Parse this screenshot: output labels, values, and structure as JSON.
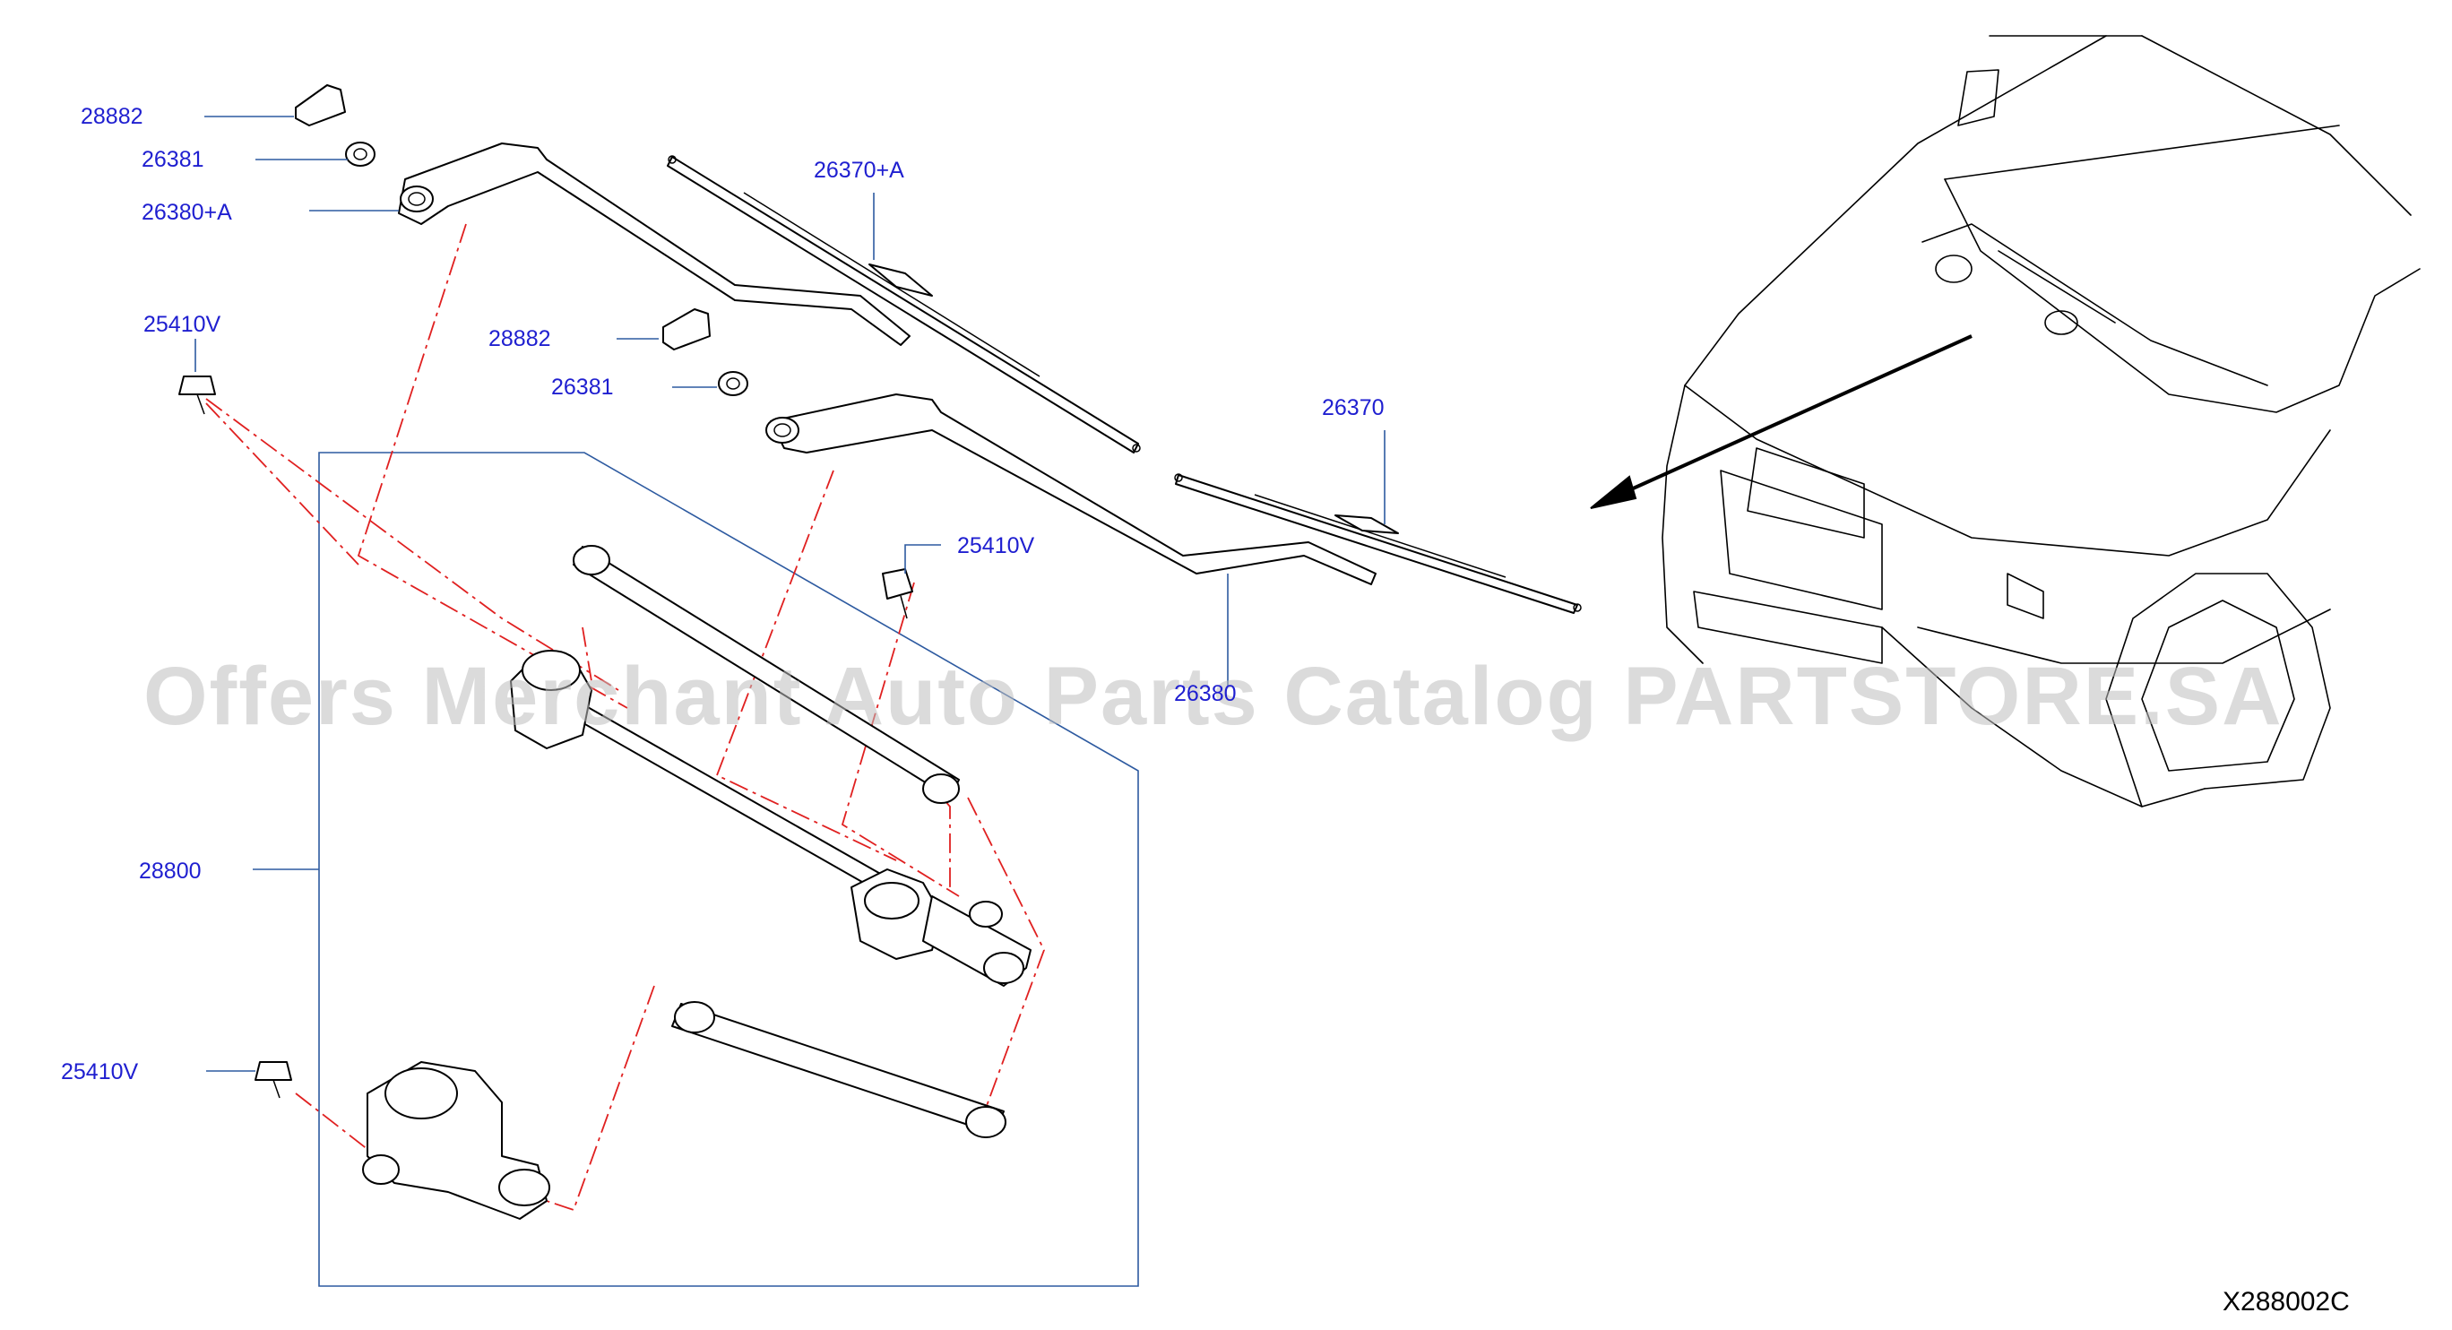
{
  "diagram": {
    "watermark": "Offers Merchant Auto Parts Catalog PARTSTORE.SA",
    "diagram_code": "X288002C",
    "callouts": [
      {
        "id": "c1",
        "label": "28882"
      },
      {
        "id": "c2",
        "label": "26381"
      },
      {
        "id": "c3",
        "label": "26380+A"
      },
      {
        "id": "c4",
        "label": "25410V"
      },
      {
        "id": "c5",
        "label": "28882"
      },
      {
        "id": "c6",
        "label": "26381"
      },
      {
        "id": "c7",
        "label": "26370+A"
      },
      {
        "id": "c8",
        "label": "26370"
      },
      {
        "id": "c9",
        "label": "25410V"
      },
      {
        "id": "c10",
        "label": "26380"
      },
      {
        "id": "c11",
        "label": "28800"
      },
      {
        "id": "c12",
        "label": "25410V"
      }
    ],
    "colors": {
      "callout_text": "#1f1fd0",
      "leader_line": "#2d5aa0",
      "assembly_dash": "#e02020"
    }
  }
}
